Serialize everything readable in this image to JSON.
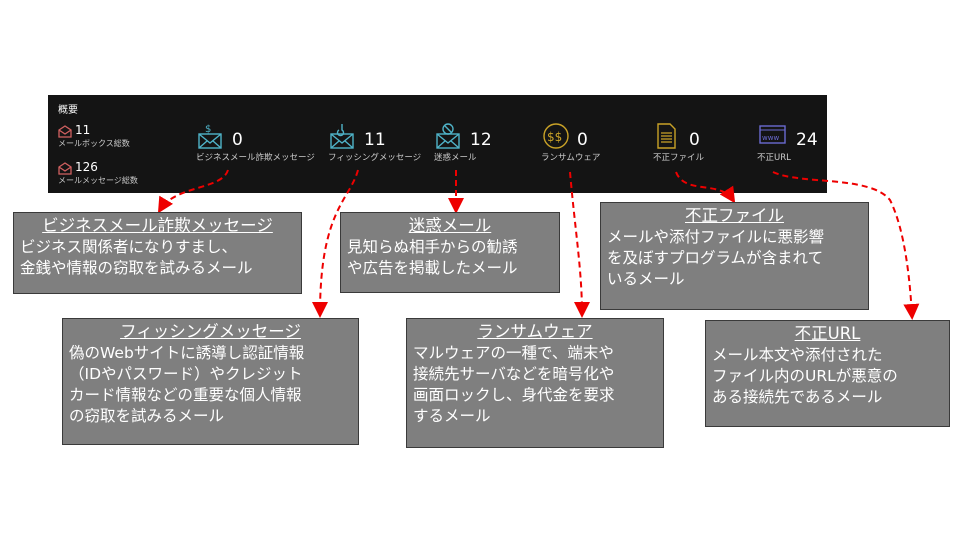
{
  "panel": {
    "title": "概要",
    "mailbox": {
      "value": "11",
      "label": "メールボックス総数"
    },
    "messages": {
      "value": "126",
      "label": "メールメッセージ総数"
    },
    "stats": [
      {
        "icon": "dollar-mail-icon",
        "value": "0",
        "label": "ビジネスメール詐欺メッセージ",
        "color": "#4fb3c8"
      },
      {
        "icon": "hook-mail-icon",
        "value": "11",
        "label": "フィッシングメッセージ",
        "color": "#4fb3c8"
      },
      {
        "icon": "blocked-mail-icon",
        "value": "12",
        "label": "迷惑メール",
        "color": "#4fb3c8"
      },
      {
        "icon": "ransom-coin-icon",
        "value": "0",
        "label": "ランサムウェア",
        "color": "#c9a227"
      },
      {
        "icon": "document-icon",
        "value": "0",
        "label": "不正ファイル",
        "color": "#c9a227"
      },
      {
        "icon": "www-icon",
        "value": "24",
        "label": "不正URL",
        "color": "#6a6ad0"
      }
    ]
  },
  "callouts": [
    {
      "title": "ビジネスメール詐欺メッセージ",
      "lines": [
        "ビジネス関係者になりすまし、",
        "金銭や情報の窃取を試みるメール"
      ]
    },
    {
      "title": "迷惑メール",
      "lines": [
        "見知らぬ相手からの勧誘",
        "や広告を掲載したメール"
      ]
    },
    {
      "title": "不正ファイル",
      "lines": [
        "メールや添付ファイルに悪影響",
        "を及ぼすプログラムが含まれて",
        "いるメール"
      ]
    },
    {
      "title": "フィッシングメッセージ",
      "lines": [
        "偽のWebサイトに誘導し認証情報",
        "（IDやパスワード）やクレジット",
        "カード情報などの重要な個人情報",
        "の窃取を試みるメール"
      ]
    },
    {
      "title": "ランサムウェア",
      "lines": [
        "マルウェアの一種で、端末や",
        "接続先サーバなどを暗号化や",
        "画面ロックし、身代金を要求",
        "するメール"
      ]
    },
    {
      "title": "不正URL",
      "lines": [
        "メール本文や添付された",
        "ファイル内のURLが悪意の",
        "ある接続先であるメール"
      ]
    }
  ]
}
